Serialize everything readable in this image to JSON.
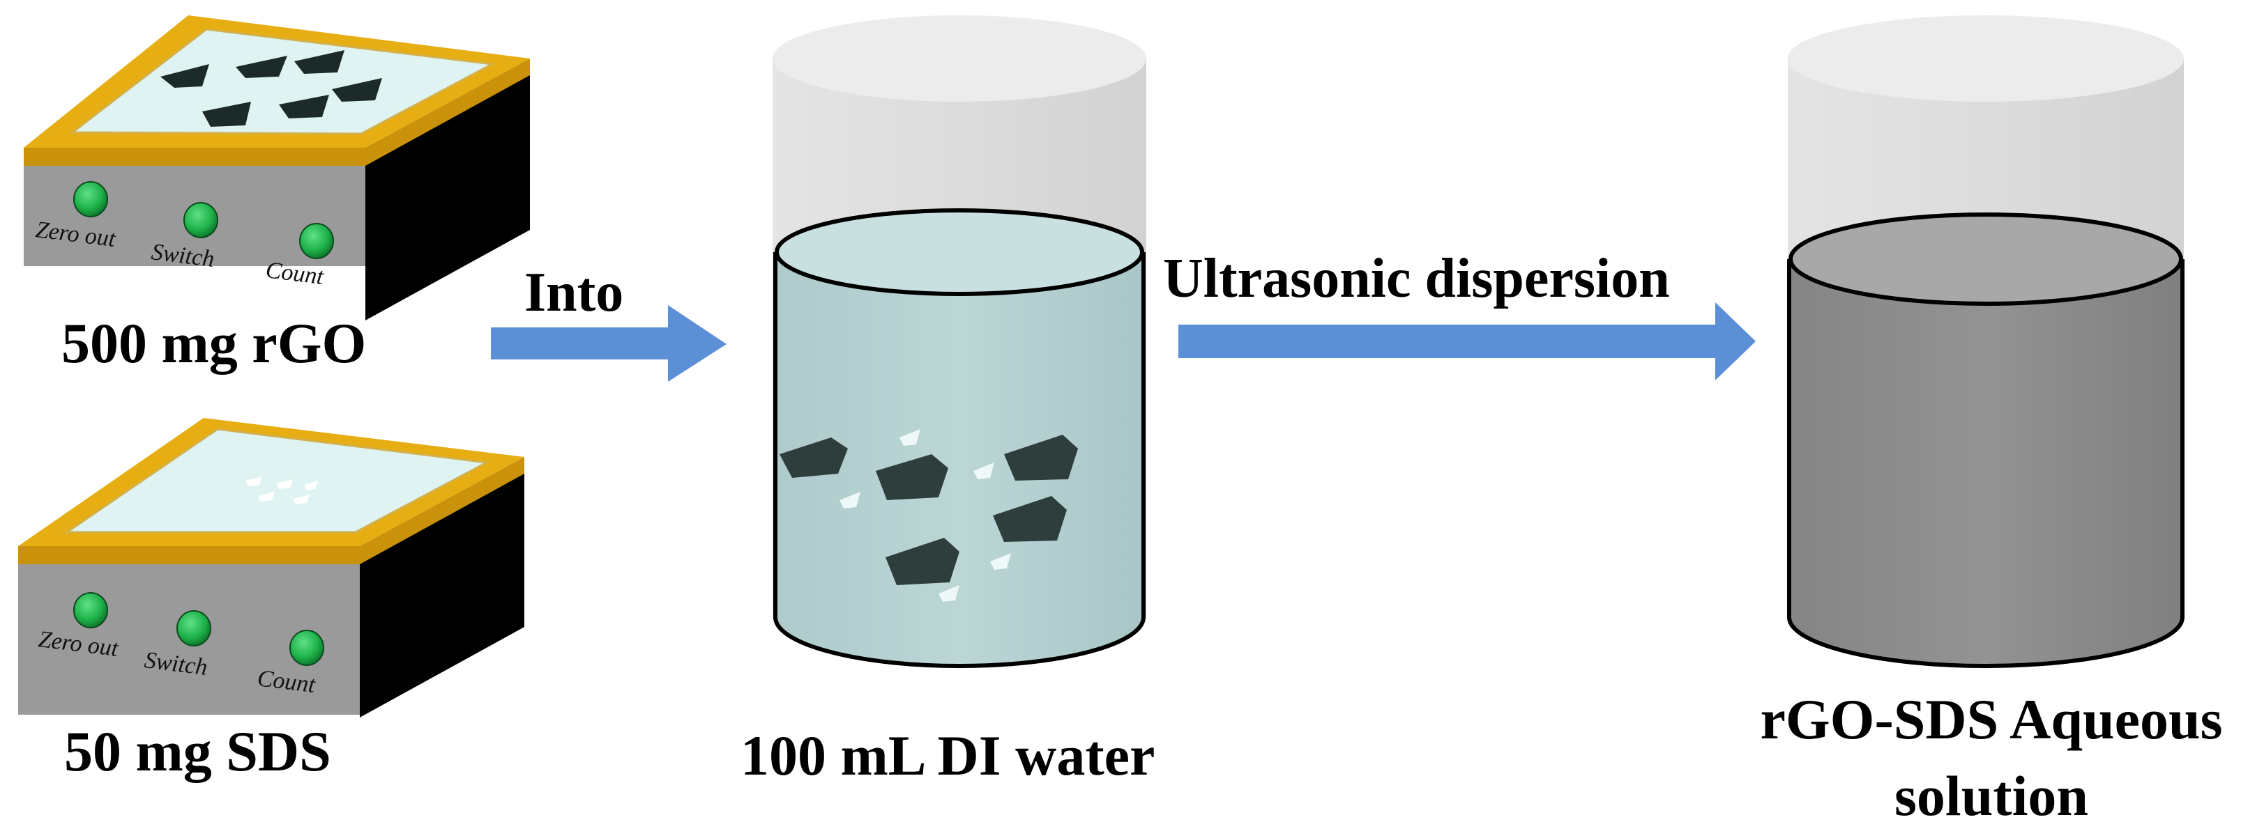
{
  "colors": {
    "gold_top": "#e6ae12",
    "gold_side": "#c9920a",
    "pan": "#dff3f3",
    "gray_front": "#9a9a9a",
    "black_side": "#000000",
    "button_green": "#1fb34a",
    "arrow_blue": "#5b8fd6",
    "water": "#b8d3d3",
    "flake_dark": "#2e3e3c",
    "result_liquid": "#8c8c8c"
  },
  "scales": [
    {
      "weight_label": "500 mg rGO",
      "buttons": [
        "Zero out",
        "Switch",
        "Count"
      ],
      "material": "rGO flakes"
    },
    {
      "weight_label": "50 mg SDS",
      "buttons": [
        "Zero out",
        "Switch",
        "Count"
      ],
      "material": "SDS powder"
    }
  ],
  "step1": {
    "arrow_label": "Into"
  },
  "beaker1": {
    "label": "100 mL DI water"
  },
  "step2": {
    "arrow_label": "Ultrasonic dispersion"
  },
  "beaker2": {
    "label_line1": "rGO-SDS Aqueous",
    "label_line2": "solution"
  }
}
